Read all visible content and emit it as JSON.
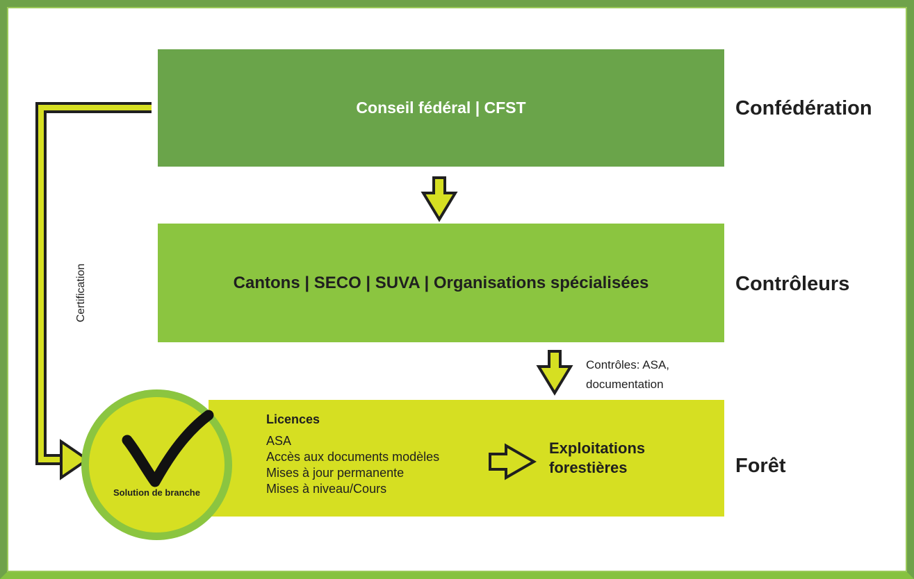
{
  "boxes": {
    "top": {
      "label": "Conseil fédéral | CFST"
    },
    "middle": {
      "label": "Cantons | SECO | SUVA | Organisations spécialisées"
    },
    "bottom": {
      "licences_title": "Licences",
      "licences_items": [
        "ASA",
        "Accès aux documents modèles",
        "Mises à jour permanente",
        "Mises à niveau/Cours"
      ],
      "exploitations_line1": "Exploitations",
      "exploitations_line2": "forestières"
    }
  },
  "levels": {
    "confederation": "Confédération",
    "controleurs": "Contrôleurs",
    "foret": "Forêt"
  },
  "controles_line1": "Contrôles: ASA,",
  "controles_line2": "documentation",
  "certification": "Certification",
  "seal": {
    "label": "Solution de branche",
    "icon": "checkmark-icon"
  },
  "colors": {
    "frame": "#6fa24a",
    "box_top": "#6aa44a",
    "box_middle": "#8bc540",
    "box_bottom": "#d6df22",
    "arrow_fill": "#d6df22"
  }
}
